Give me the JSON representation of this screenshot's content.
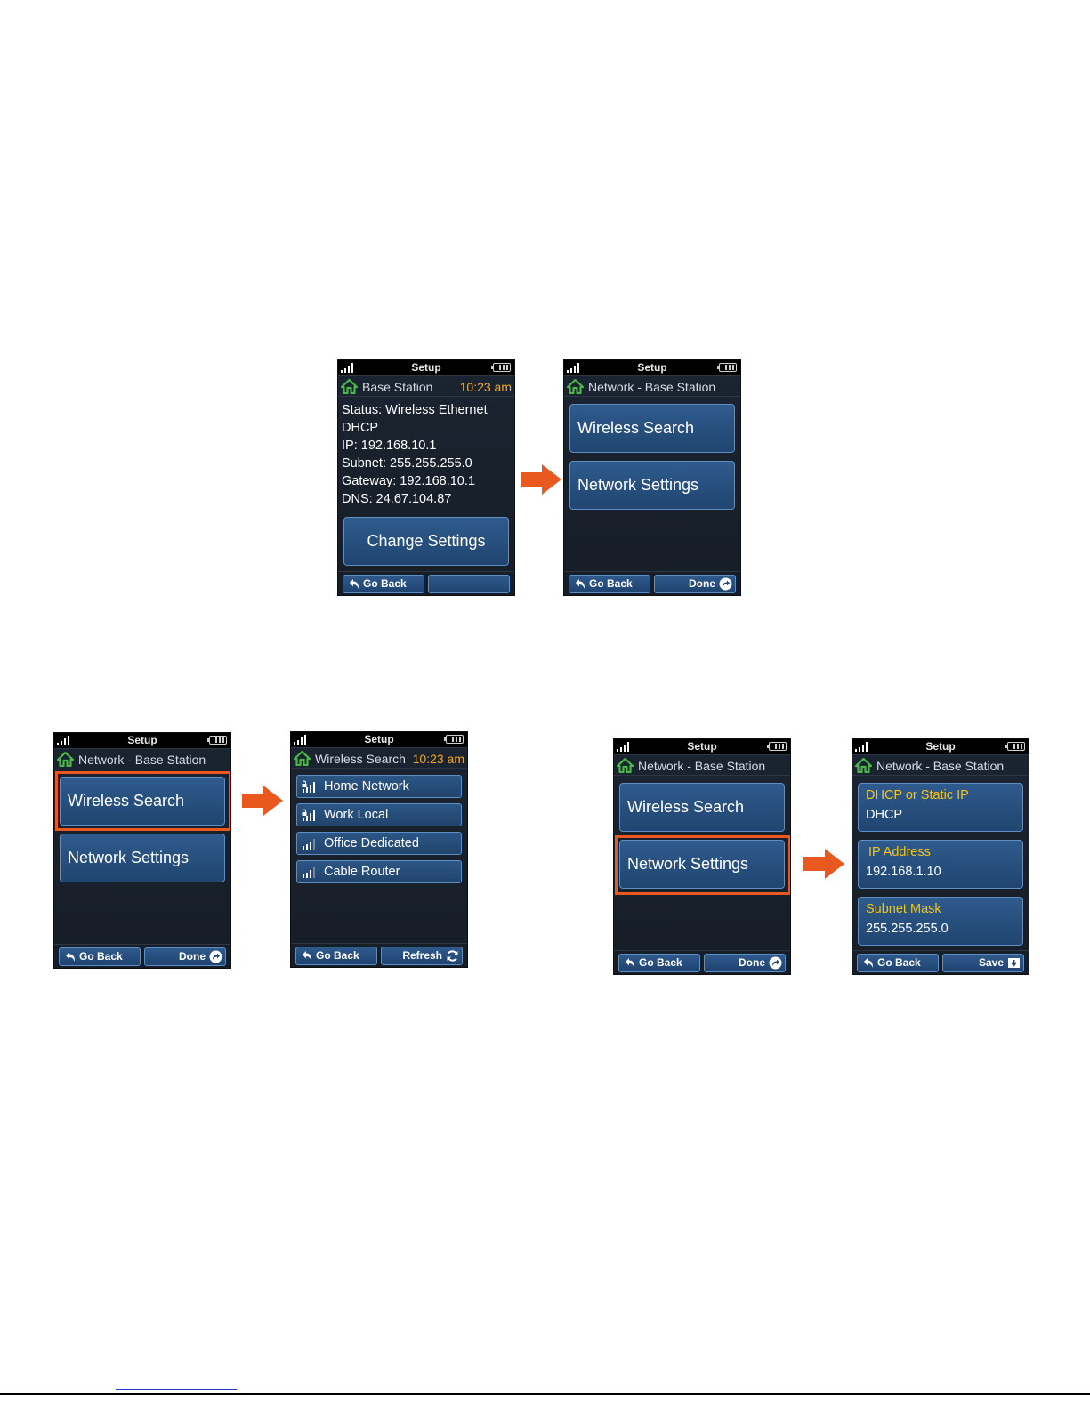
{
  "colors": {
    "accent_orange": "#e8581f",
    "time_orange": "#f5a623",
    "field_label_yellow": "#f5c518",
    "button_blue": "#2f5b8d",
    "home_green": "#49b848"
  },
  "screens": [
    {
      "id": "base-station-status",
      "status_title": "Setup",
      "header_label": "Base Station",
      "header_time": "10:23 am",
      "info_lines": [
        "Status: Wireless Ethernet",
        "DHCP",
        "IP: 192.168.10.1",
        "Subnet: 255.255.255.0",
        "Gateway: 192.168.10.1",
        "DNS: 24.67.104.87"
      ],
      "main_button": "Change Settings",
      "soft_left": "Go Back",
      "soft_right": ""
    },
    {
      "id": "network-menu",
      "status_title": "Setup",
      "header_label": "Network - Base Station",
      "buttons": [
        "Wireless Search",
        "Network Settings"
      ],
      "soft_left": "Go Back",
      "soft_right": "Done"
    },
    {
      "id": "network-menu-wireless-selected",
      "status_title": "Setup",
      "header_label": "Network - Base Station",
      "buttons": [
        "Wireless Search",
        "Network Settings"
      ],
      "highlighted": "Wireless Search",
      "soft_left": "Go Back",
      "soft_right": "Done"
    },
    {
      "id": "wireless-search",
      "status_title": "Setup",
      "header_label": "Wireless Search",
      "header_time": "10:23 am",
      "networks": [
        {
          "name": "Home Network",
          "locked": true,
          "icon": "wifi-signal-lock-icon"
        },
        {
          "name": "Work Local",
          "locked": true,
          "icon": "wifi-signal-lock-icon"
        },
        {
          "name": "Office Dedicated",
          "locked": false,
          "icon": "wifi-signal-icon"
        },
        {
          "name": "Cable Router",
          "locked": false,
          "icon": "wifi-signal-icon"
        }
      ],
      "soft_left": "Go Back",
      "soft_right": "Refresh"
    },
    {
      "id": "network-menu-settings-selected",
      "status_title": "Setup",
      "header_label": "Network - Base Station",
      "buttons": [
        "Wireless Search",
        "Network Settings"
      ],
      "highlighted": "Network Settings",
      "soft_left": "Go Back",
      "soft_right": "Done"
    },
    {
      "id": "network-settings",
      "status_title": "Setup",
      "header_label": "Network - Base Station",
      "fields": [
        {
          "label": "DHCP or Static IP",
          "value": "DHCP"
        },
        {
          "label": "IP Address",
          "value": "192.168.1.10"
        },
        {
          "label": "Subnet Mask",
          "value": "255.255.255.0"
        }
      ],
      "soft_left": "Go Back",
      "soft_right": "Save"
    }
  ]
}
